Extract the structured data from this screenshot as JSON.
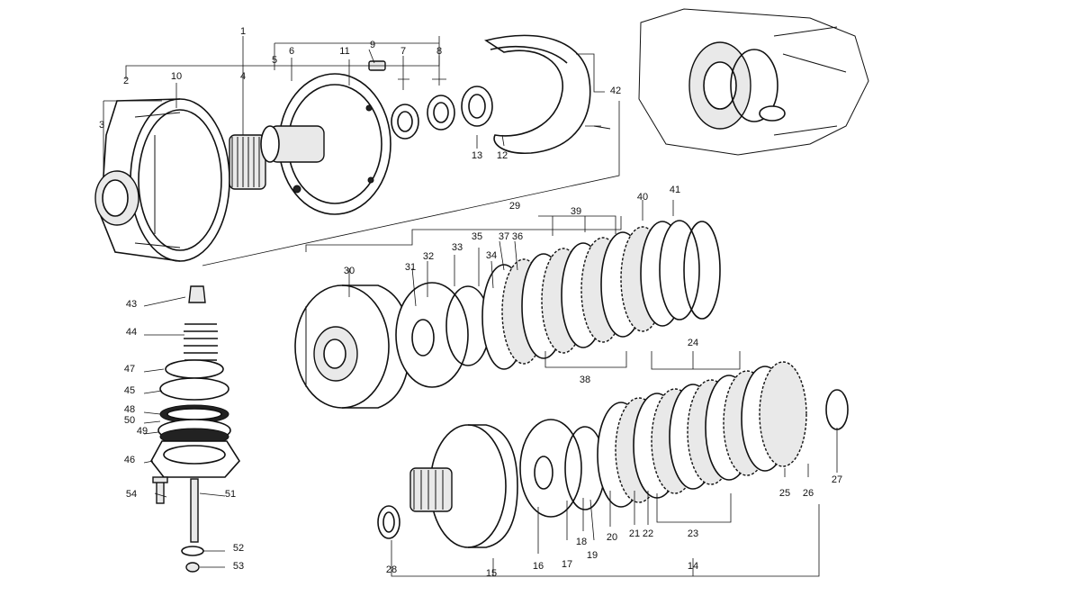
{
  "callouts": [
    "1",
    "2",
    "3",
    "4",
    "5",
    "6",
    "7",
    "8",
    "9",
    "10",
    "11",
    "12",
    "13",
    "14",
    "15",
    "16",
    "17",
    "18",
    "19",
    "20",
    "21",
    "22",
    "23",
    "24",
    "25",
    "26",
    "27",
    "28",
    "29",
    "30",
    "31",
    "32",
    "33",
    "34",
    "35",
    "36",
    "37",
    "38",
    "39",
    "40",
    "41",
    "42",
    "43",
    "44",
    "45",
    "46",
    "47",
    "48",
    "49",
    "50",
    "51",
    "52",
    "53",
    "54"
  ]
}
